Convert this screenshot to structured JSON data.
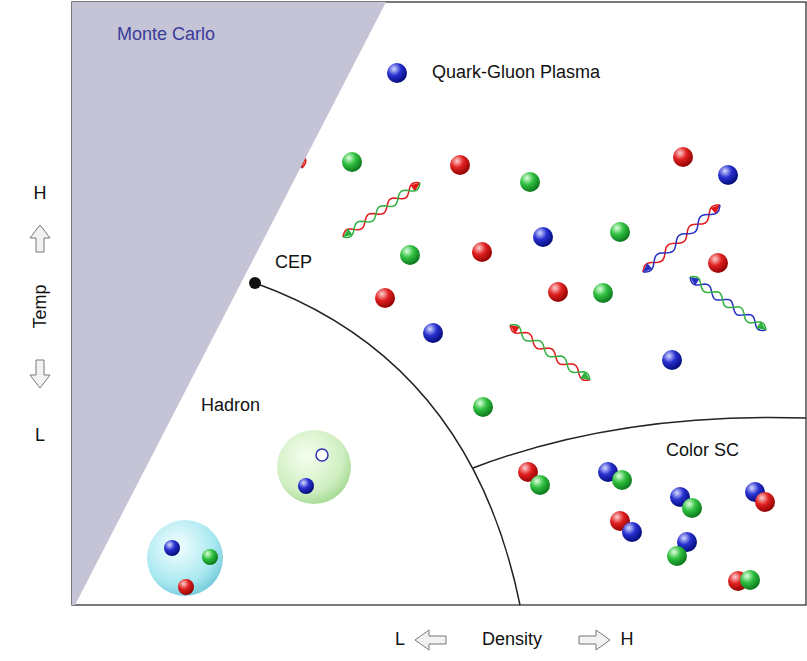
{
  "diagram": {
    "nodes": [
      {
        "text": [
          "Monte Carlo"
        ]
      }
    ],
    "labels": [
      "Quark-Gluon Plasma",
      "CEP",
      "Hadron",
      "Color SC",
      "H",
      "Temp",
      "L",
      "L",
      "Density",
      "H"
    ]
  }
}
